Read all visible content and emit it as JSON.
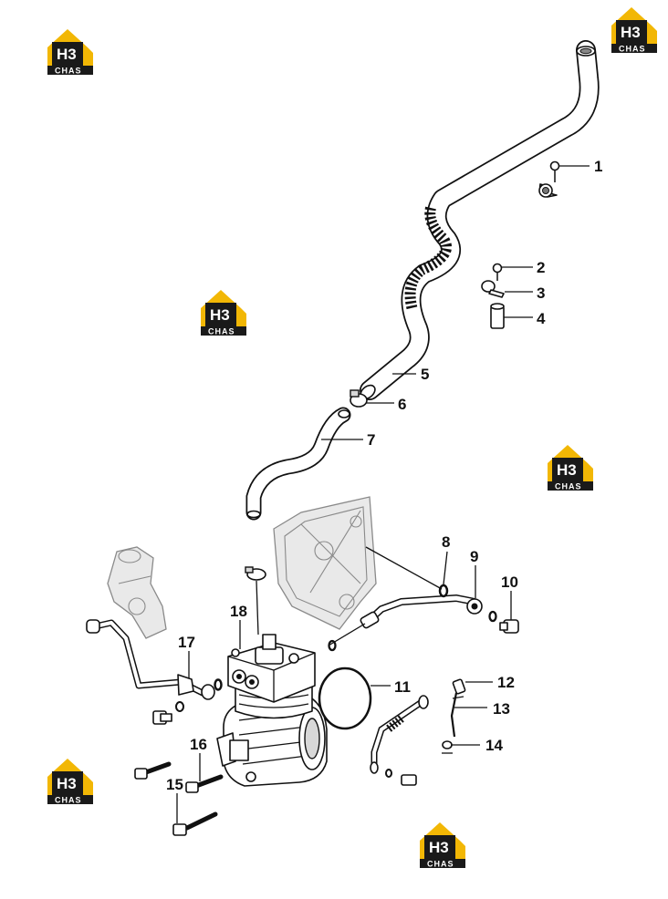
{
  "brand": {
    "letters": "H3",
    "word": "CHAS",
    "accent": "#f2b705",
    "dark": "#1a1a1a"
  },
  "callouts": [
    {
      "id": "1",
      "label": "1"
    },
    {
      "id": "2",
      "label": "2"
    },
    {
      "id": "3",
      "label": "3"
    },
    {
      "id": "4",
      "label": "4"
    },
    {
      "id": "5",
      "label": "5"
    },
    {
      "id": "6",
      "label": "6"
    },
    {
      "id": "7",
      "label": "7"
    },
    {
      "id": "8",
      "label": "8"
    },
    {
      "id": "9",
      "label": "9"
    },
    {
      "id": "10",
      "label": "10"
    },
    {
      "id": "11",
      "label": "11"
    },
    {
      "id": "12",
      "label": "12"
    },
    {
      "id": "13",
      "label": "13"
    },
    {
      "id": "14",
      "label": "14"
    },
    {
      "id": "15",
      "label": "15"
    },
    {
      "id": "16",
      "label": "16"
    },
    {
      "id": "17",
      "label": "17"
    },
    {
      "id": "18",
      "label": "18"
    }
  ]
}
